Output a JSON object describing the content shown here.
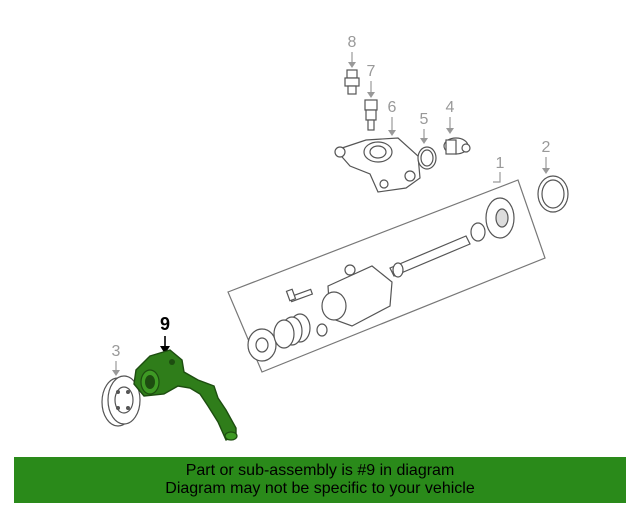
{
  "callouts": {
    "c1": "1",
    "c2": "2",
    "c3": "3",
    "c4": "4",
    "c5": "5",
    "c6": "6",
    "c7": "7",
    "c8": "8",
    "c9": "9"
  },
  "highlight_part": "9",
  "colors": {
    "highlight": "#2f7d1a",
    "banner_bg": "#2a8a1a",
    "outline": "#555555",
    "callout_gray": "#999999"
  },
  "banner": {
    "line1": "Part or sub-assembly is #9 in diagram",
    "line2": "Diagram may not be specific to your vehicle"
  }
}
